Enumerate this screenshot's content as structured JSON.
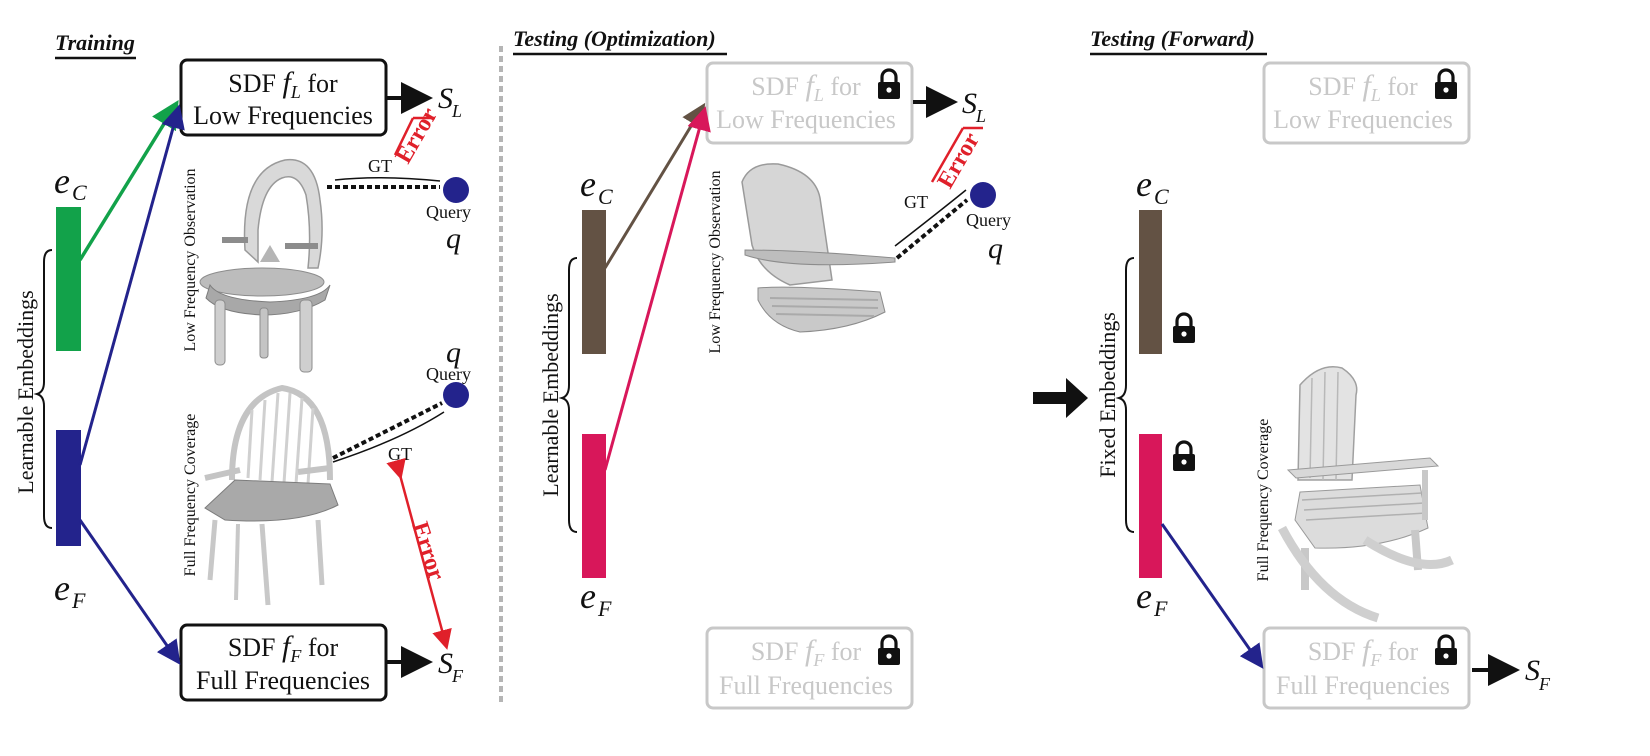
{
  "sections": {
    "training": "Training",
    "testing_opt": "Testing (Optimization)",
    "testing_fwd": "Testing (Forward)"
  },
  "boxes": {
    "sdf_low_line1_pre": "SDF ",
    "sdf_low_f": "f",
    "sdf_low_sub": "L",
    "sdf_low_line1_post": " for",
    "sdf_low_line2": "Low Frequencies",
    "sdf_full_line1_pre": "SDF ",
    "sdf_full_f": "f",
    "sdf_full_sub": "F",
    "sdf_full_line1_post": " for",
    "sdf_full_line2": "Full Frequencies"
  },
  "embeddings": {
    "ec_main": "e",
    "ec_sub": "C",
    "ef_main": "e",
    "ef_sub": "F",
    "learnable": "Learnable Embeddings",
    "fixed": "Fixed Embeddings"
  },
  "outputs": {
    "s_main": "S",
    "sl_sub": "L",
    "sf_sub": "F"
  },
  "labels": {
    "low_freq_obs": "Low Frequency Observation",
    "full_freq_cov": "Full Frequency Coverage",
    "gt": "GT",
    "query": "Query",
    "q": "q",
    "error": "Error"
  },
  "colors": {
    "green": "#12a24a",
    "navy": "#23238c",
    "brown": "#635244",
    "magenta": "#d8175a",
    "error_red": "#e0202a",
    "faded": "#c8c8c8",
    "dashed_divider": "#b5b5b5"
  }
}
